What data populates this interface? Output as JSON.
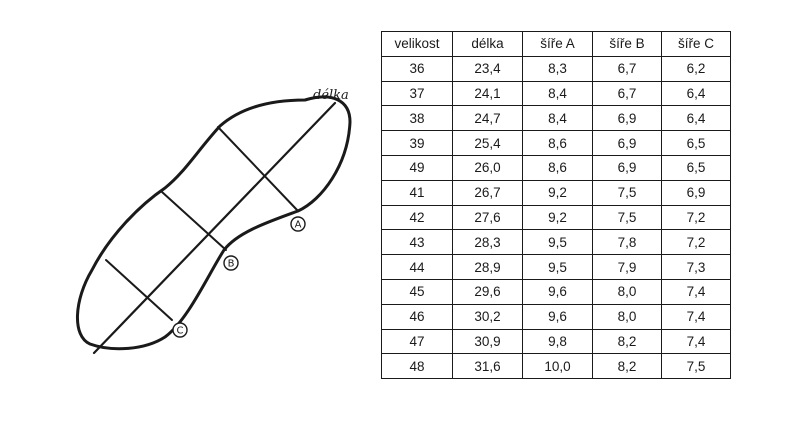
{
  "diagram": {
    "length_label": "délka",
    "markers": {
      "a": "A",
      "b": "B",
      "c": "C"
    }
  },
  "table": {
    "headers": [
      "velikost",
      "délka",
      "šíře A",
      "šíře B",
      "šíře C"
    ],
    "rows": [
      [
        "36",
        "23,4",
        "8,3",
        "6,7",
        "6,2"
      ],
      [
        "37",
        "24,1",
        "8,4",
        "6,7",
        "6,4"
      ],
      [
        "38",
        "24,7",
        "8,4",
        "6,9",
        "6,4"
      ],
      [
        "39",
        "25,4",
        "8,6",
        "6,9",
        "6,5"
      ],
      [
        "49",
        "26,0",
        "8,6",
        "6,9",
        "6,5"
      ],
      [
        "41",
        "26,7",
        "9,2",
        "7,5",
        "6,9"
      ],
      [
        "42",
        "27,6",
        "9,2",
        "7,5",
        "7,2"
      ],
      [
        "43",
        "28,3",
        "9,5",
        "7,8",
        "7,2"
      ],
      [
        "44",
        "28,9",
        "9,5",
        "7,9",
        "7,3"
      ],
      [
        "45",
        "29,6",
        "9,6",
        "8,0",
        "7,4"
      ],
      [
        "46",
        "30,2",
        "9,6",
        "8,0",
        "7,4"
      ],
      [
        "47",
        "30,9",
        "9,8",
        "8,2",
        "7,4"
      ],
      [
        "48",
        "31,6",
        "10,0",
        "8,2",
        "7,5"
      ]
    ]
  }
}
